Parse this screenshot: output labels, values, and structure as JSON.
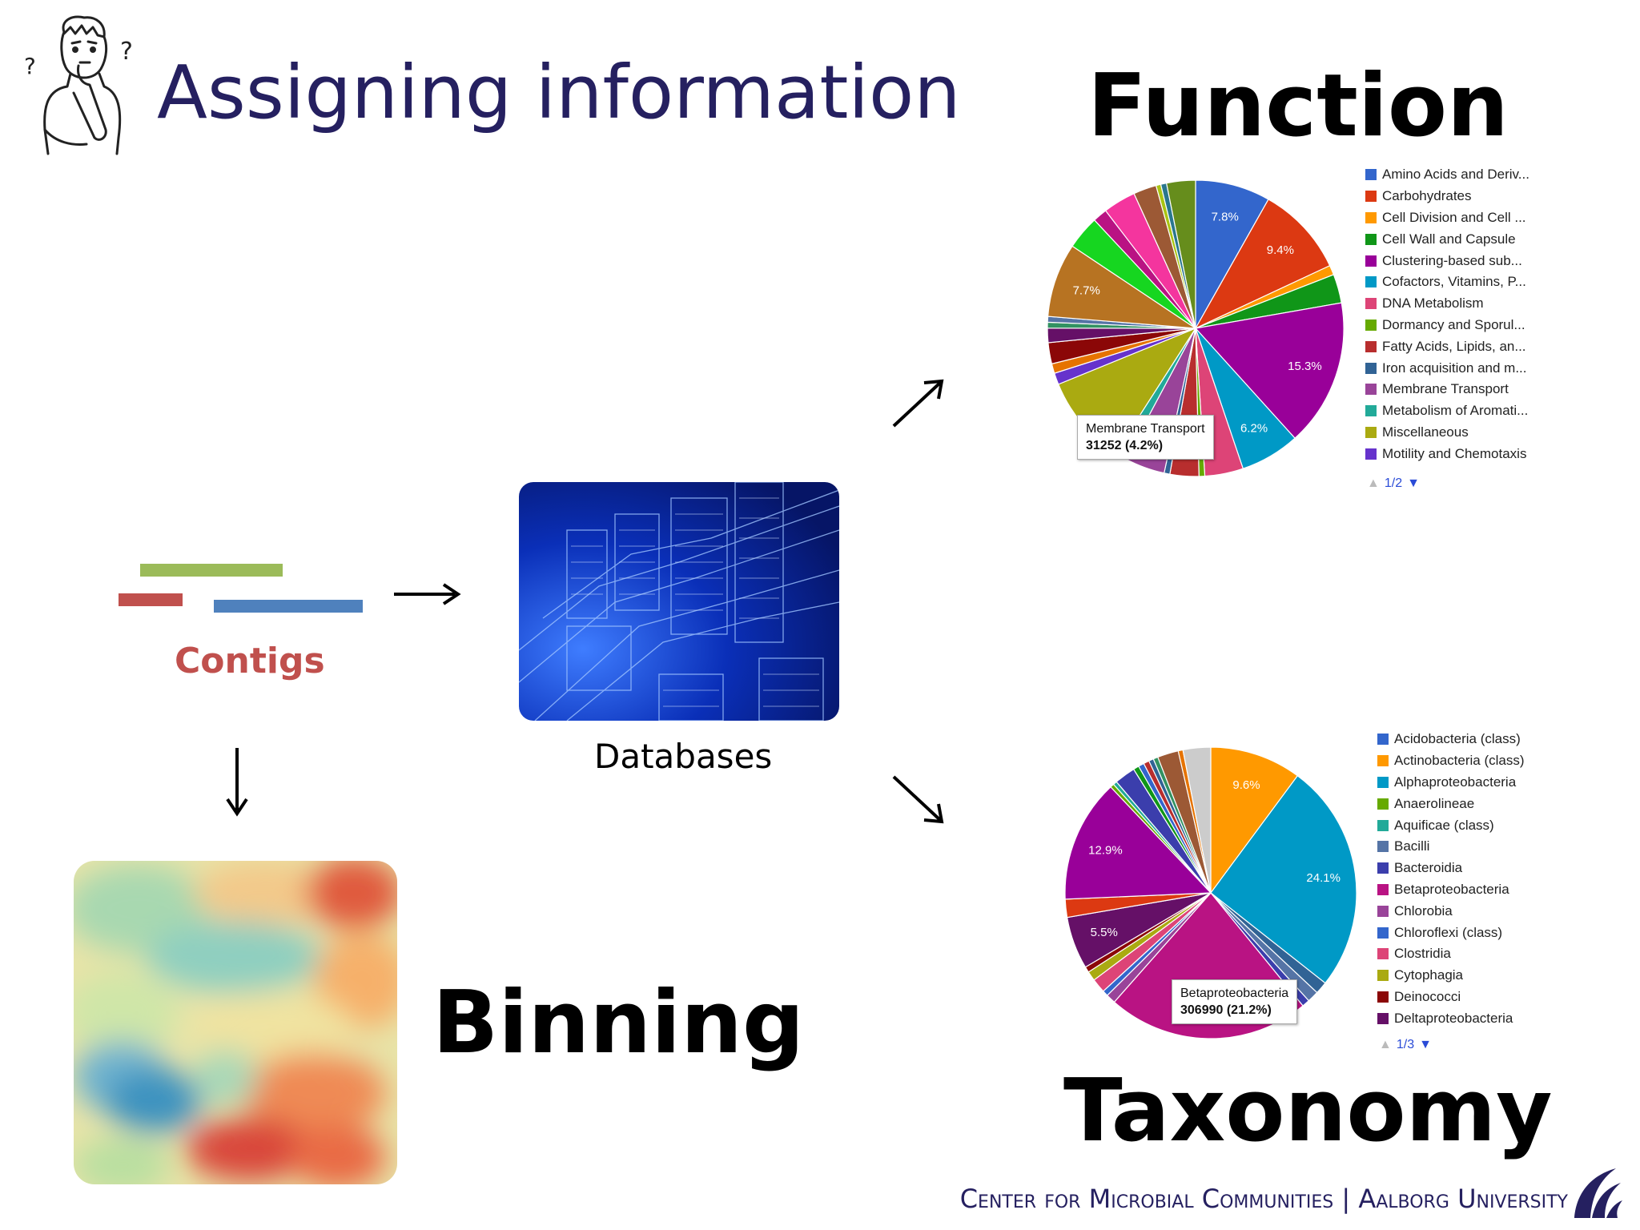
{
  "slide": {
    "title": "Assigning information",
    "function_heading": "Function",
    "taxonomy_heading": "Taxonomy",
    "binning_heading": "Binning",
    "contigs_label": "Contigs",
    "databases_label": "Databases",
    "footer": "Center for Microbial Communities | Aalborg University"
  },
  "icons": [
    "thinking-person-icon",
    "arrow-right-icon",
    "arrow-up-right-icon",
    "arrow-down-right-icon",
    "arrow-down-icon",
    "university-logo-icon"
  ],
  "colors": {
    "title": "#252060",
    "contigs": "#c0504d"
  },
  "chart_data": [
    {
      "type": "pie",
      "name": "function",
      "legend": [
        "Amino Acids and Deriv...",
        "Carbohydrates",
        "Cell Division and Cell ...",
        "Cell Wall and Capsule",
        "Clustering-based sub...",
        "Cofactors, Vitamins, P...",
        "DNA Metabolism",
        "Dormancy and Sporul...",
        "Fatty Acids, Lipids, an...",
        "Iron acquisition and m...",
        "Membrane Transport",
        "Metabolism of Aromati...",
        "Miscellaneous",
        "Motility and Chemotaxis"
      ],
      "legend_colors": [
        "#3366cc",
        "#dc3912",
        "#ff9900",
        "#109618",
        "#990099",
        "#0099c6",
        "#dd4477",
        "#66aa00",
        "#b82e2e",
        "#316395",
        "#994499",
        "#22aa99",
        "#aaaa11",
        "#6633cc"
      ],
      "pager": "1/2",
      "slices": [
        {
          "label": "7.8%",
          "value": 7.8,
          "color": "#3366cc"
        },
        {
          "label": "9.4%",
          "value": 9.4,
          "color": "#dc3912"
        },
        {
          "label": "",
          "value": 1.0,
          "color": "#ff9900"
        },
        {
          "label": "",
          "value": 3.0,
          "color": "#109618"
        },
        {
          "label": "15.3%",
          "value": 15.3,
          "color": "#990099"
        },
        {
          "label": "6.2%",
          "value": 6.2,
          "color": "#0099c6"
        },
        {
          "label": "",
          "value": 4.0,
          "color": "#dd4477"
        },
        {
          "label": "",
          "value": 0.6,
          "color": "#66aa00"
        },
        {
          "label": "",
          "value": 3.0,
          "color": "#b82e2e"
        },
        {
          "label": "",
          "value": 0.6,
          "color": "#316395"
        },
        {
          "label": "",
          "value": 4.2,
          "color": "#994499"
        },
        {
          "label": "",
          "value": 1.2,
          "color": "#22aa99"
        },
        {
          "label": "",
          "value": 9.3,
          "color": "#aaaa11"
        },
        {
          "label": "",
          "value": 1.2,
          "color": "#6633cc"
        },
        {
          "label": "",
          "value": 1.0,
          "color": "#e67300"
        },
        {
          "label": "",
          "value": 2.2,
          "color": "#8b0707"
        },
        {
          "label": "",
          "value": 1.5,
          "color": "#651067"
        },
        {
          "label": "",
          "value": 0.6,
          "color": "#329262"
        },
        {
          "label": "",
          "value": 0.6,
          "color": "#5574a6"
        },
        {
          "label": "7.7%",
          "value": 7.7,
          "color": "#b77322"
        },
        {
          "label": "",
          "value": 3.5,
          "color": "#16d620"
        },
        {
          "label": "",
          "value": 1.5,
          "color": "#b91383"
        },
        {
          "label": "",
          "value": 3.4,
          "color": "#f4359e"
        },
        {
          "label": "",
          "value": 2.4,
          "color": "#9c5935"
        },
        {
          "label": "",
          "value": 0.5,
          "color": "#a9c413"
        },
        {
          "label": "",
          "value": 0.6,
          "color": "#2a778d"
        },
        {
          "label": "",
          "value": 3.0,
          "color": "#668d1c"
        }
      ],
      "tooltip": {
        "name": "Membrane Transport",
        "value": "31252 (4.2%)"
      }
    },
    {
      "type": "pie",
      "name": "taxonomy",
      "legend": [
        "Acidobacteria (class)",
        "Actinobacteria (class)",
        "Alphaproteobacteria",
        "Anaerolineae",
        "Aquificae (class)",
        "Bacilli",
        "Bacteroidia",
        "Betaproteobacteria",
        "Chlorobia",
        "Chloroflexi (class)",
        "Clostridia",
        "Cytophagia",
        "Deinococci",
        "Deltaproteobacteria"
      ],
      "legend_colors": [
        "#3366cc",
        "#ff9900",
        "#0099c6",
        "#66aa00",
        "#22aa99",
        "#5574a6",
        "#3b3eac",
        "#b91383",
        "#994499",
        "#3366cc",
        "#dd4477",
        "#aaaa11",
        "#8b0707",
        "#651067"
      ],
      "pager": "1/3",
      "slices": [
        {
          "label": "9.6%",
          "value": 9.6,
          "color": "#ff9900"
        },
        {
          "label": "24.1%",
          "value": 24.1,
          "color": "#0099c6"
        },
        {
          "label": "",
          "value": 1.3,
          "color": "#316395"
        },
        {
          "label": "",
          "value": 1.2,
          "color": "#5574a6"
        },
        {
          "label": "",
          "value": 0.8,
          "color": "#3b3eac"
        },
        {
          "label": "",
          "value": 21.2,
          "color": "#b91383"
        },
        {
          "label": "",
          "value": 1.0,
          "color": "#994499"
        },
        {
          "label": "",
          "value": 0.6,
          "color": "#3366cc"
        },
        {
          "label": "",
          "value": 1.5,
          "color": "#dd4477"
        },
        {
          "label": "",
          "value": 1.0,
          "color": "#aaaa11"
        },
        {
          "label": "",
          "value": 0.6,
          "color": "#8b0707"
        },
        {
          "label": "5.5%",
          "value": 5.5,
          "color": "#651067"
        },
        {
          "label": "",
          "value": 1.9,
          "color": "#dc3912"
        },
        {
          "label": "12.9%",
          "value": 12.9,
          "color": "#990099"
        },
        {
          "label": "",
          "value": 0.4,
          "color": "#66aa00"
        },
        {
          "label": "",
          "value": 0.4,
          "color": "#22aa99"
        },
        {
          "label": "",
          "value": 2.2,
          "color": "#3b3eac"
        },
        {
          "label": "",
          "value": 0.6,
          "color": "#109618"
        },
        {
          "label": "",
          "value": 0.6,
          "color": "#3366cc"
        },
        {
          "label": "",
          "value": 0.6,
          "color": "#b82e2e"
        },
        {
          "label": "",
          "value": 0.5,
          "color": "#316395"
        },
        {
          "label": "",
          "value": 0.5,
          "color": "#329262"
        },
        {
          "label": "",
          "value": 2.2,
          "color": "#9c5935"
        },
        {
          "label": "",
          "value": 0.5,
          "color": "#e67300"
        },
        {
          "label": "",
          "value": 2.9,
          "color": "#cccccc"
        }
      ],
      "tooltip": {
        "name": "Betaproteobacteria",
        "value": "306990 (21.2%)"
      }
    }
  ]
}
